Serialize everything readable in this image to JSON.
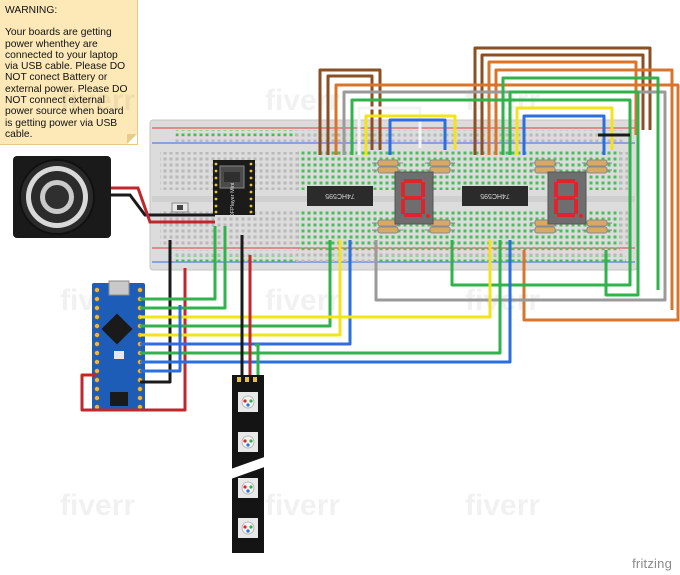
{
  "note": {
    "title": "WARNING:",
    "body": "Your boards are getting power whenthey are connected to your laptop via USB cable. Please DO NOT conect Battery or external power. Please DO NOT connect external power source when board is getting power via USB cable."
  },
  "chips": [
    {
      "label": "74HC595"
    },
    {
      "label": "74HC595"
    }
  ],
  "module": {
    "label": "DFPlayer Mini"
  },
  "watermark": {
    "text": "fiverr"
  },
  "footer": {
    "logo": "fritzing"
  },
  "colors": {
    "wire_red": "#c0272d",
    "wire_black": "#1a1a1a",
    "wire_green": "#2fb34a",
    "wire_yellow": "#f2e41b",
    "wire_blue": "#2a6fdb",
    "wire_brown": "#8a4f22",
    "wire_orange": "#d9752a",
    "wire_gray": "#9a9a9a",
    "wire_white": "#f4f4f4",
    "segment_red": "#e0242f",
    "board_blue": "#1d5db8",
    "note_bg": "#fde9b8"
  }
}
